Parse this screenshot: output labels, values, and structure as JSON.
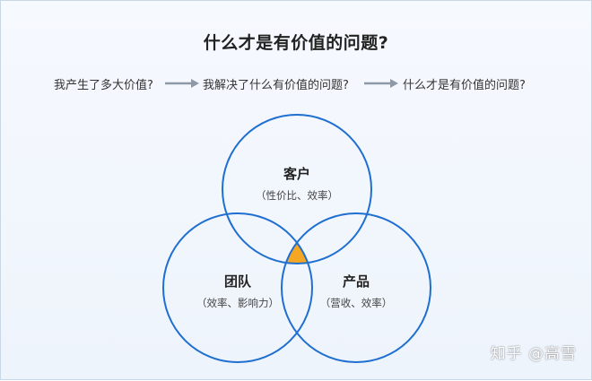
{
  "title": "什么才是有价值的问题?",
  "flow": {
    "step1": "我产生了多大价值?",
    "step2": "我解决了什么有价值的问题?",
    "step3": "什么才是有价值的问题?"
  },
  "venn": {
    "top": {
      "label": "客户",
      "sub": "（性价比、效率）"
    },
    "left": {
      "label": "团队",
      "sub": "（效率、影响力）"
    },
    "right": {
      "label": "产品",
      "sub": "（营收、效率）"
    },
    "circle_color": "#1f6fd1",
    "intersection_color": "#f5a623"
  },
  "watermark": "知乎 @高雪"
}
